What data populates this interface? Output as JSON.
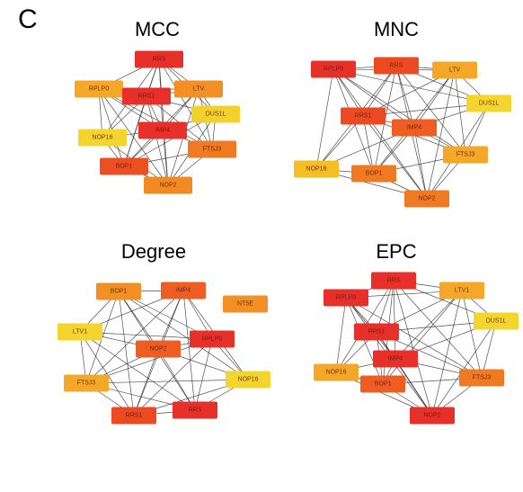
{
  "figure": {
    "panel_label": "C"
  },
  "colors": {
    "red": "#e8302a",
    "red_orange": "#ec4a22",
    "orange": "#f26e21",
    "light_orange": "#f7a527",
    "yellow_orange": "#f5be22",
    "yellow": "#f3db2e"
  },
  "networks": [
    {
      "id": "mcc",
      "title": "MCC",
      "nodes": [
        {
          "id": "RRS",
          "label": "RRS",
          "color": "#e8302a"
        },
        {
          "id": "RPLP0",
          "label": "RPLP0",
          "color": "#f5a727"
        },
        {
          "id": "RRS1",
          "label": "RRS1",
          "color": "#e8302a"
        },
        {
          "id": "LTV",
          "label": "LTV",
          "color": "#f29025"
        },
        {
          "id": "DUS1L",
          "label": "DUS1L",
          "color": "#f3d02c"
        },
        {
          "id": "NOP16",
          "label": "NOP16",
          "color": "#f3d52d"
        },
        {
          "id": "IMP4",
          "label": "IMP4",
          "color": "#e8302a"
        },
        {
          "id": "FTSJ3",
          "label": "FTSJ3",
          "color": "#f07a22"
        },
        {
          "id": "BOP1",
          "label": "BOP1",
          "color": "#ec4f22"
        },
        {
          "id": "NOP2",
          "label": "NOP2",
          "color": "#f28a24"
        }
      ]
    },
    {
      "id": "mnc",
      "title": "MNC",
      "nodes": [
        {
          "id": "RPLP0",
          "label": "RPLP0",
          "color": "#e8302a"
        },
        {
          "id": "RRS",
          "label": "RRS",
          "color": "#ec4a22"
        },
        {
          "id": "LTV",
          "label": "LTV",
          "color": "#f5a727"
        },
        {
          "id": "DUS1L",
          "label": "DUS1L",
          "color": "#f3d52d"
        },
        {
          "id": "RRS1",
          "label": "RRS1",
          "color": "#ec4a22"
        },
        {
          "id": "IMP4",
          "label": "IMP4",
          "color": "#ee5e22"
        },
        {
          "id": "FTSJ3",
          "label": "FTSJ3",
          "color": "#f5a727"
        },
        {
          "id": "NOP16",
          "label": "NOP16",
          "color": "#f5be22"
        },
        {
          "id": "BOP1",
          "label": "BOP1",
          "color": "#f07a22"
        },
        {
          "id": "NOP2",
          "label": "NOP2",
          "color": "#f07a22"
        }
      ]
    },
    {
      "id": "degree",
      "title": "Degree",
      "nodes": [
        {
          "id": "BOP1",
          "label": "BOP1",
          "color": "#f29025"
        },
        {
          "id": "IMP4",
          "label": "IMP4",
          "color": "#ee5e22"
        },
        {
          "id": "NT5E",
          "label": "NT5E",
          "color": "#f29025"
        },
        {
          "id": "LTV1",
          "label": "LTV1",
          "color": "#f3d52d"
        },
        {
          "id": "NOP2",
          "label": "NOP2",
          "color": "#ee5e22"
        },
        {
          "id": "RPLP0",
          "label": "RPLP0",
          "color": "#e8302a"
        },
        {
          "id": "FTSJ3",
          "label": "FTSJ3",
          "color": "#f5a727"
        },
        {
          "id": "NOP16",
          "label": "NOP16",
          "color": "#f3d52d"
        },
        {
          "id": "RRS1",
          "label": "RRS1",
          "color": "#ec4a22"
        },
        {
          "id": "RRS",
          "label": "RRS",
          "color": "#e8302a"
        }
      ]
    },
    {
      "id": "epc",
      "title": "EPC",
      "nodes": [
        {
          "id": "RRS",
          "label": "RRS",
          "color": "#e8302a"
        },
        {
          "id": "RPLP0",
          "label": "RPLP0",
          "color": "#e8302a"
        },
        {
          "id": "LTV1",
          "label": "LTV1",
          "color": "#f5a727"
        },
        {
          "id": "DUS1L",
          "label": "DUS1L",
          "color": "#f3d52d"
        },
        {
          "id": "RRS1",
          "label": "RRS1",
          "color": "#e8302a"
        },
        {
          "id": "IMP4",
          "label": "IMP4",
          "color": "#e8302a"
        },
        {
          "id": "NOP16",
          "label": "NOP16",
          "color": "#f5a727"
        },
        {
          "id": "BOP1",
          "label": "BOP1",
          "color": "#ee5e22"
        },
        {
          "id": "FTSJ3",
          "label": "FTSJ3",
          "color": "#f07a22"
        },
        {
          "id": "NOP2",
          "label": "NOP2",
          "color": "#e8302a"
        }
      ]
    }
  ]
}
